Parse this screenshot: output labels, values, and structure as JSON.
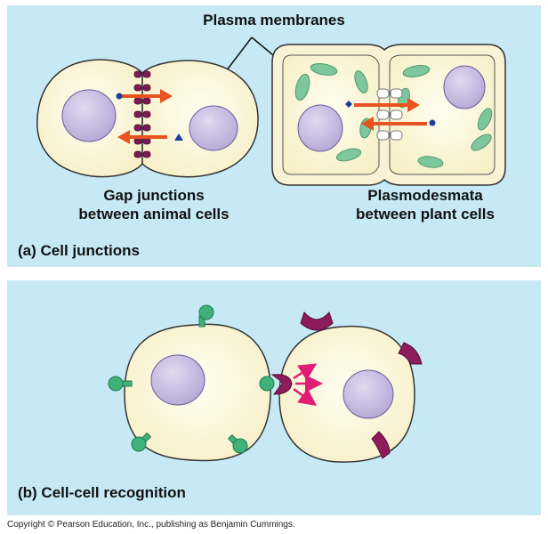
{
  "panel_a": {
    "top_label": "Plasma membranes",
    "gap_label_line1": "Gap junctions",
    "gap_label_line2": "between animal cells",
    "plasmo_label_line1": "Plasmodesmata",
    "plasmo_label_line2": "between plant cells",
    "caption": "(a) Cell junctions"
  },
  "panel_b": {
    "caption": "(b) Cell-cell recognition"
  },
  "footer": {
    "copyright": "Copyright © Pearson Education, Inc., publishing as Benjamin Cummings."
  },
  "colors": {
    "background_panel": "#c6e9f5",
    "cell_fill": "#fcf7dc",
    "nucleus": "#c9bde2",
    "chloroplast": "#7ec79c",
    "gap_junction": "#7c1a55",
    "arrow": "#e8531f",
    "recognition_receptor": "#8c1c5c",
    "recognition_ligand": "#3fb27a",
    "signal_arrow": "#e01c74",
    "molecule_marker": "#1a3f9a"
  }
}
